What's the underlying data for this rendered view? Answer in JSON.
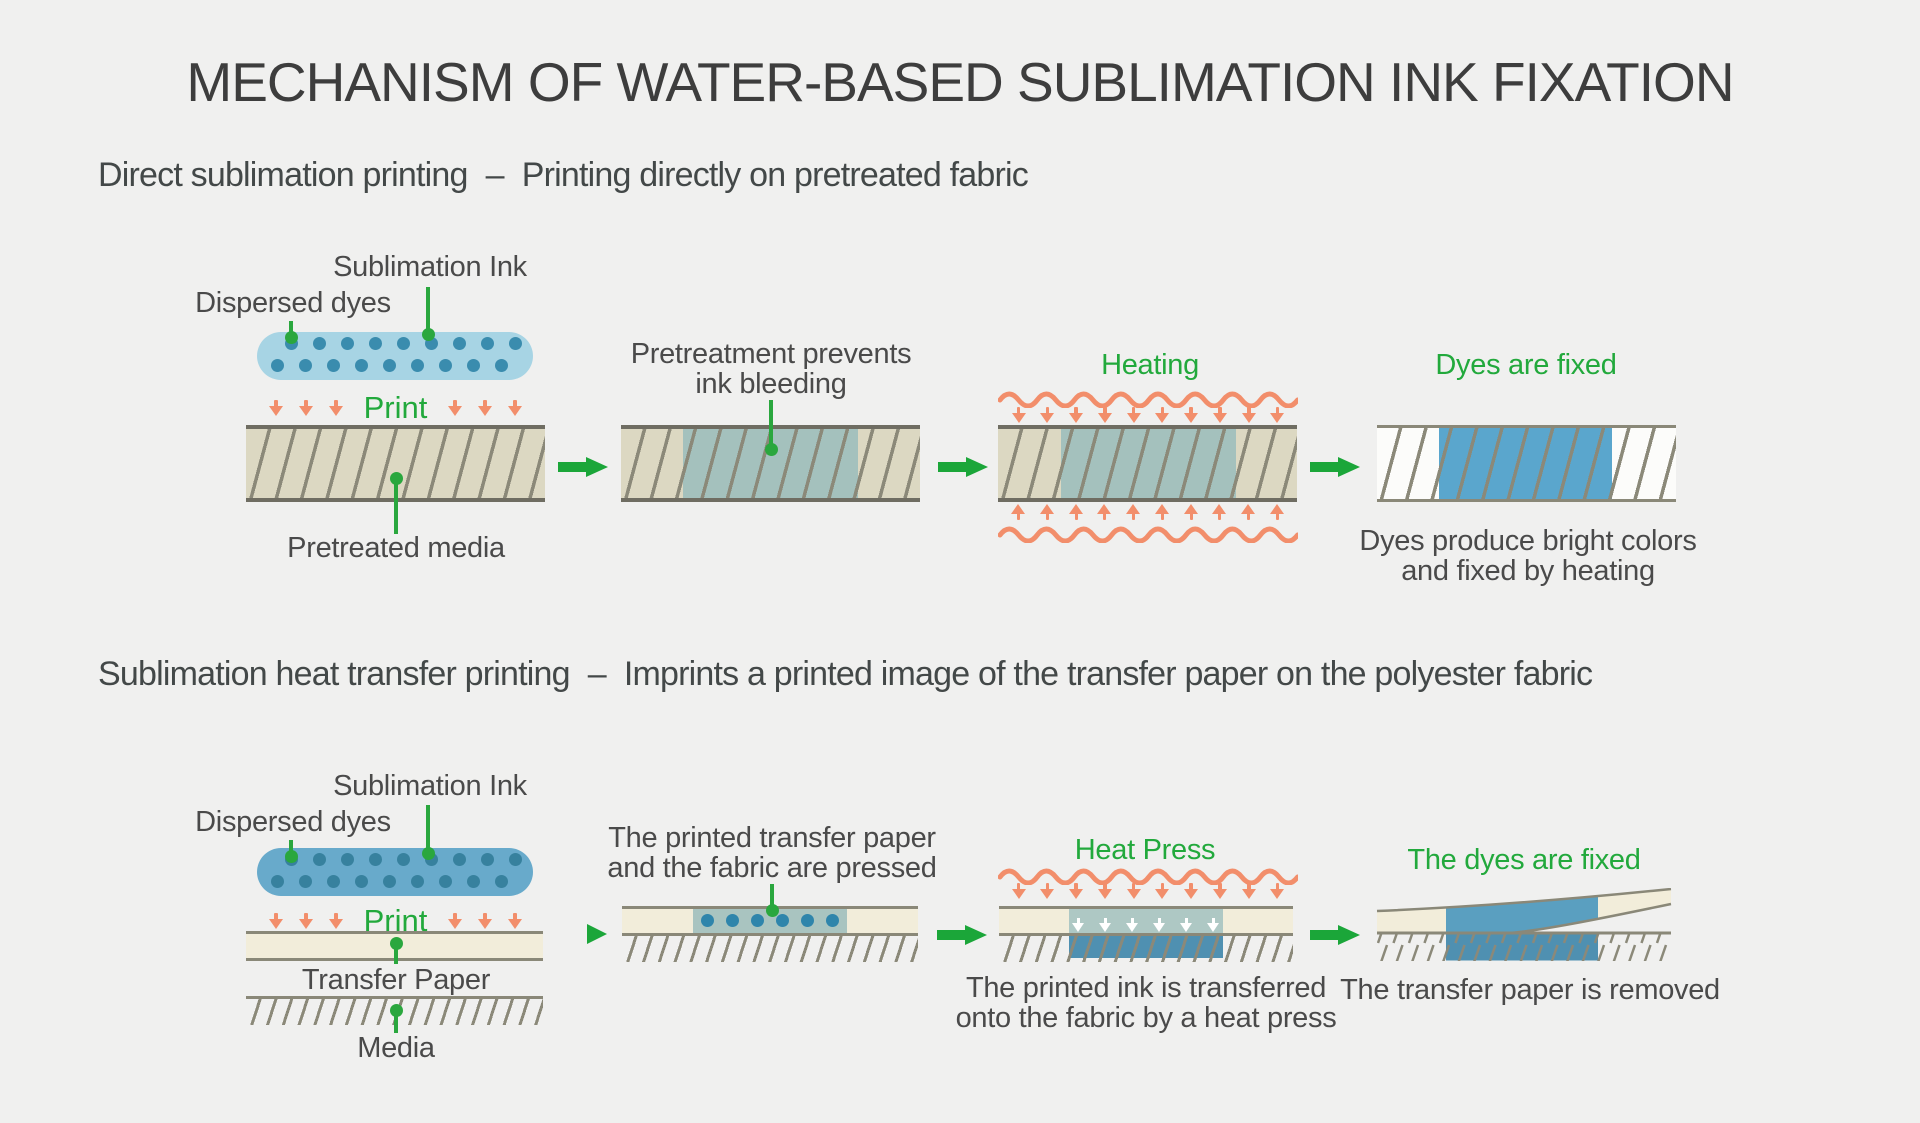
{
  "title": "MECHANISM OF WATER-BASED SUBLIMATION INK FIXATION",
  "sections": [
    {
      "heading": {
        "main": "Direct sublimation printing",
        "dash": "–",
        "sub": "Printing directly on pretreated fabric"
      },
      "ink_label": "Sublimation Ink",
      "dyes_label": "Dispersed dyes",
      "print_label": "Print",
      "media_label": "Pretreated media",
      "step2_caption1": "Pretreatment prevents",
      "step2_caption2": "ink bleeding",
      "step3_title": "Heating",
      "step4_title": "Dyes are fixed",
      "step4_caption1": "Dyes produce bright colors",
      "step4_caption2": "and fixed by heating"
    },
    {
      "heading": {
        "main": "Sublimation heat transfer printing",
        "dash": "–",
        "sub": "Imprints a printed image of the transfer paper on the polyester fabric"
      },
      "ink_label": "Sublimation Ink",
      "dyes_label": "Dispersed dyes",
      "print_label": "Print",
      "paper_label": "Transfer Paper",
      "media_label": "Media",
      "step2_caption1": "The printed transfer paper",
      "step2_caption2": "and the fabric are pressed",
      "step3_title": "Heat Press",
      "step3_caption1": "The printed ink is transferred",
      "step3_caption2": "onto the fabric by a heat press",
      "step4_title": "The dyes are fixed",
      "step4_caption": "The transfer paper is removed"
    }
  ],
  "colors": {
    "background": "#f0f0ef",
    "accent_green": "#1ba639",
    "green_text": "#22a93c",
    "heat_orange": "#f28e6b",
    "ink_light_blue": "#a7d4e4",
    "ink_medium_blue": "#68aacb",
    "dye_dot_blue": "#3a8cae",
    "media_beige": "#dcd8c2",
    "pretreated_teal": "#a4c1bd",
    "fixed_blue": "#5aa6cd",
    "transferred_blue": "#4f90b1",
    "paper_cream": "#f2edda",
    "hatch_gray": "#8b8979",
    "text_dark": "#4a4a4a"
  }
}
